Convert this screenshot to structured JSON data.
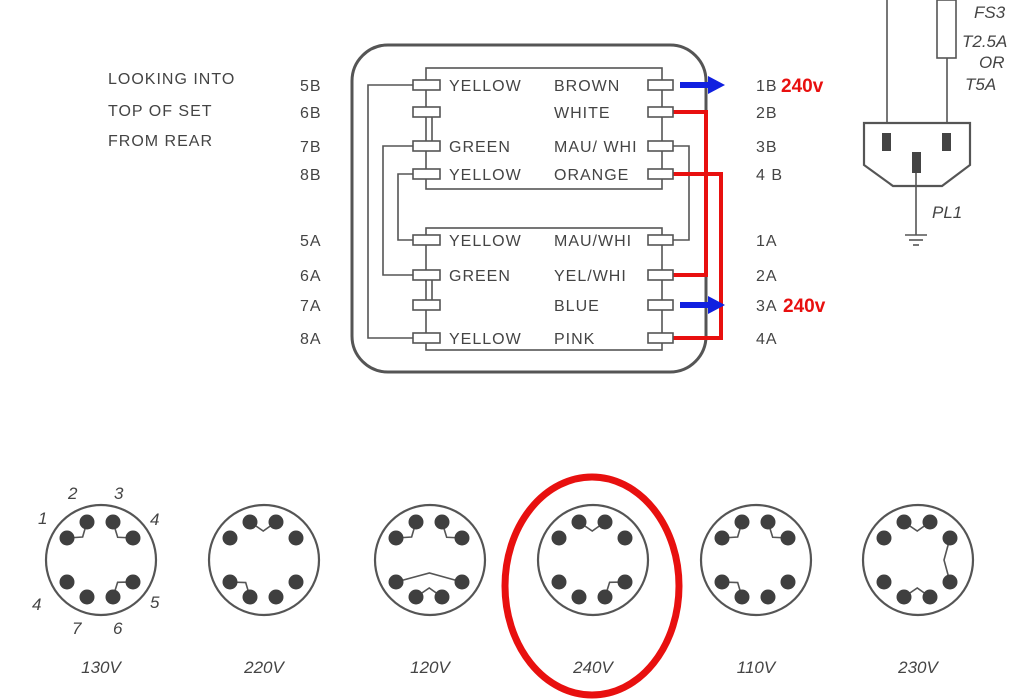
{
  "note": [
    "LOOKING INTO",
    "TOP OF SET",
    "FROM REAR"
  ],
  "rows": [
    {
      "left_pin": "5B",
      "left_color": "YELLOW",
      "right_color": "BROWN",
      "right_pin": "1B"
    },
    {
      "left_pin": "6B",
      "left_color": "",
      "right_color": "WHITE",
      "right_pin": "2B"
    },
    {
      "left_pin": "7B",
      "left_color": "GREEN",
      "right_color": "MAU/ WHI",
      "right_pin": "3B"
    },
    {
      "left_pin": "8B",
      "left_color": "YELLOW",
      "right_color": "ORANGE",
      "right_pin": "4 B"
    },
    {
      "left_pin": "5A",
      "left_color": "YELLOW",
      "right_color": "MAU/WHI",
      "right_pin": "1A"
    },
    {
      "left_pin": "6A",
      "left_color": "GREEN",
      "right_color": "YEL/WHI",
      "right_pin": "2A"
    },
    {
      "left_pin": "7A",
      "left_color": "",
      "right_color": "BLUE",
      "right_pin": "3A"
    },
    {
      "left_pin": "8A",
      "left_color": "YELLOW",
      "right_color": "PINK",
      "right_pin": "4A"
    }
  ],
  "annotations": {
    "top_voltage": "240v",
    "bottom_voltage": "240v",
    "color_red": "#e8100f",
    "color_blue": "#1020e0"
  },
  "fuse": {
    "name": "FS3",
    "rating1": "T2.5A",
    "or": "OR",
    "rating2": "T5A"
  },
  "inlet": {
    "name": "PL1"
  },
  "pin_numbers": [
    "1",
    "2",
    "3",
    "4",
    "4",
    "7",
    "6",
    "5"
  ],
  "plugs": [
    {
      "label": "130V",
      "highlighted": false
    },
    {
      "label": "220V",
      "highlighted": false
    },
    {
      "label": "120V",
      "highlighted": false
    },
    {
      "label": "240V",
      "highlighted": true
    },
    {
      "label": "110V",
      "highlighted": false
    },
    {
      "label": "230V",
      "highlighted": false
    }
  ]
}
